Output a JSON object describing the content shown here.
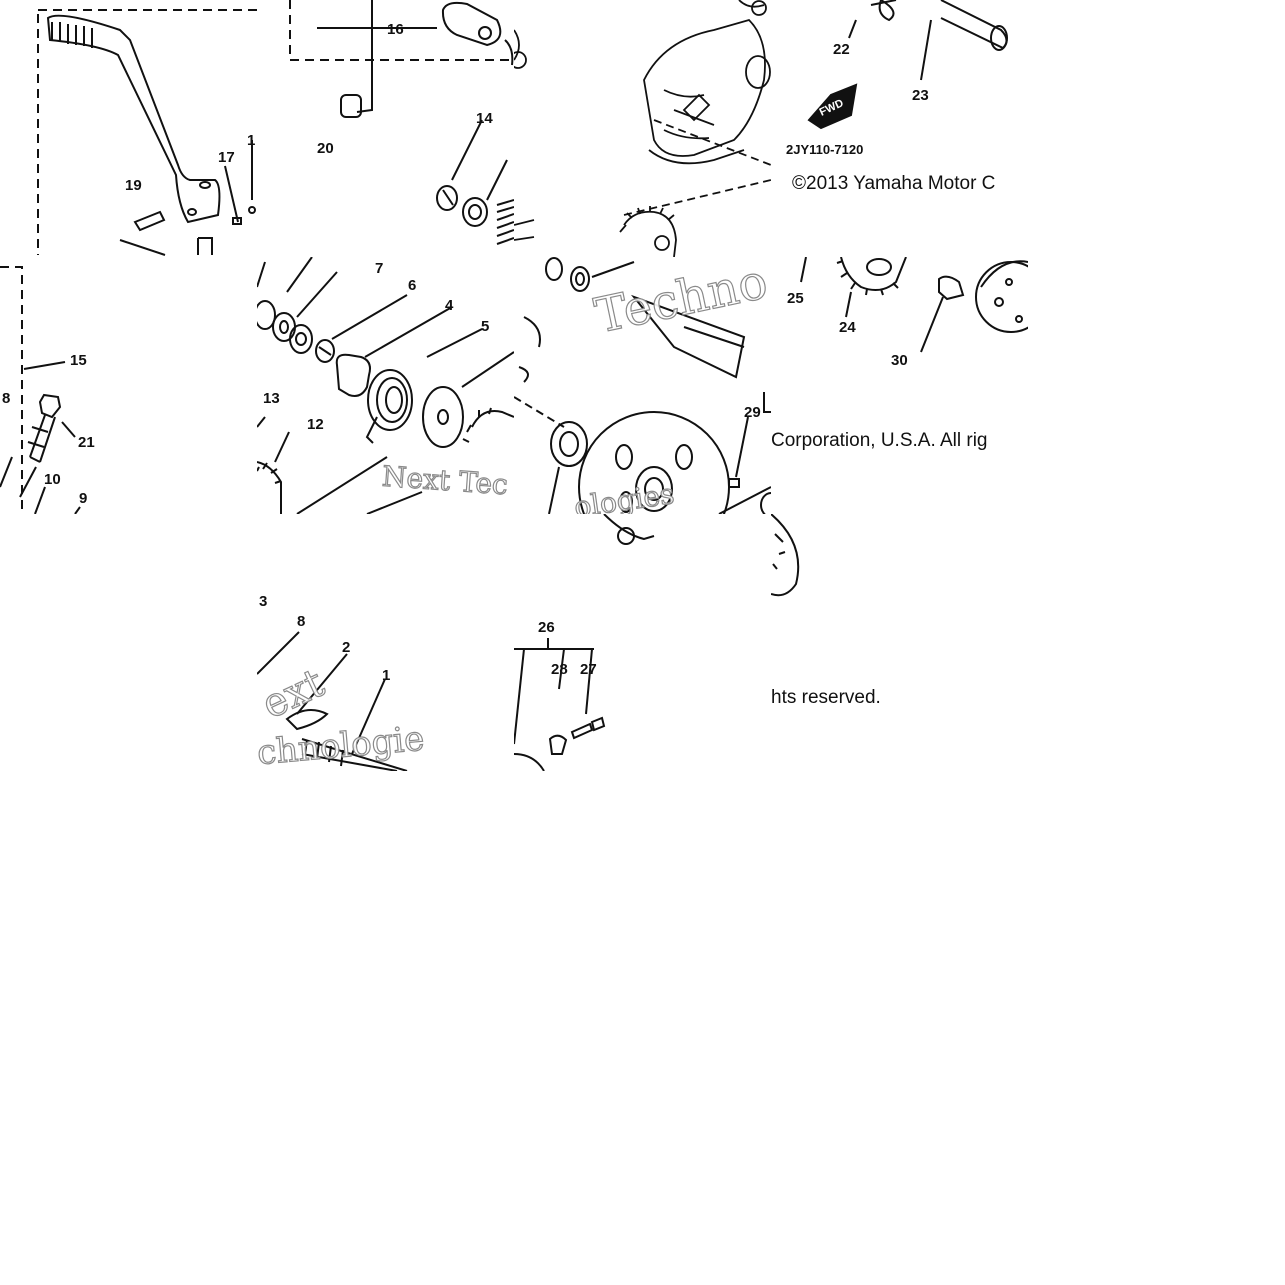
{
  "diagram": {
    "copyright": {
      "part1": "©2013 Yamaha Motor C",
      "part2": "Corporation, U.S.A. All rig",
      "part3": "hts reserved."
    },
    "part_code": "2JY110-7120",
    "fwd_marker": "FWD",
    "watermarks": {
      "w1": "Techno",
      "w2": "Next Tec",
      "w3": "ologies",
      "w4": "ext",
      "w5": "chnologie"
    },
    "callouts": {
      "c1": "1",
      "c1b": "1",
      "c2": "2",
      "c3": "3",
      "c4": "4",
      "c5": "5",
      "c6": "6",
      "c7": "7",
      "c8": "8",
      "c8b": "8",
      "c9": "9",
      "c10": "10",
      "c12": "12",
      "c13": "13",
      "c14": "14",
      "c15": "15",
      "c16": "16",
      "c17": "17",
      "c19": "19",
      "c20": "20",
      "c21": "21",
      "c22": "22",
      "c23": "23",
      "c24": "24",
      "c25": "25",
      "c26": "26",
      "c27": "27",
      "c28": "28",
      "c29": "29",
      "c30": "30"
    }
  }
}
